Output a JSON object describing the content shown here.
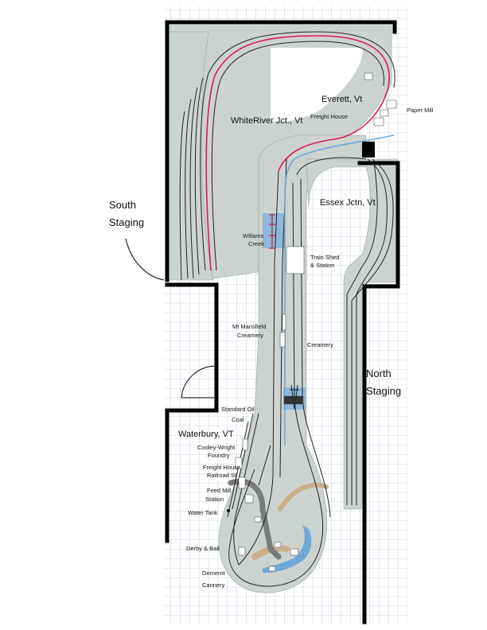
{
  "layout": {
    "staging": {
      "south": [
        "South",
        "Staging"
      ],
      "north": [
        "North",
        "Staging"
      ]
    },
    "stations": {
      "whiteriver": "WhiteRiver Jct., Vt",
      "everett": "Everett, Vt",
      "essex": "Essex Jctn, Vt",
      "waterbury": "Waterbury, VT"
    },
    "labels": {
      "paper_mill": "Paper Mill",
      "freight_house_everett": "Freight House",
      "willams_creek": [
        "Willams",
        "Creek"
      ],
      "train_shed": [
        "Train Shed",
        "& Station"
      ],
      "mt_mansfield": [
        "Mt Mansfield",
        "Creamery"
      ],
      "creamery": "Creamery",
      "standard_oil": "Standard Oil",
      "coal": "Coal",
      "cooley_wright": [
        "Cooley-Wright",
        "Foundry"
      ],
      "freight_house_waterbury": "Freight House",
      "railroad_st": "Railroad St",
      "feed_mill": "Feed Mill",
      "station": "Station",
      "water_tank": "Water Tank",
      "derby_ball": "Derby & Ball",
      "demerrit": [
        "Demerrit",
        "Cannery"
      ]
    },
    "colors": {
      "grid_line": "#9ab0d2",
      "benchwork": "#ccd3cf",
      "wall": "#000000",
      "mainline_highlight": "#d81b5a",
      "water": "#6fa8d8",
      "road": "#7a7a7a",
      "dirt": "#c7b08a",
      "track": "#222222"
    }
  }
}
